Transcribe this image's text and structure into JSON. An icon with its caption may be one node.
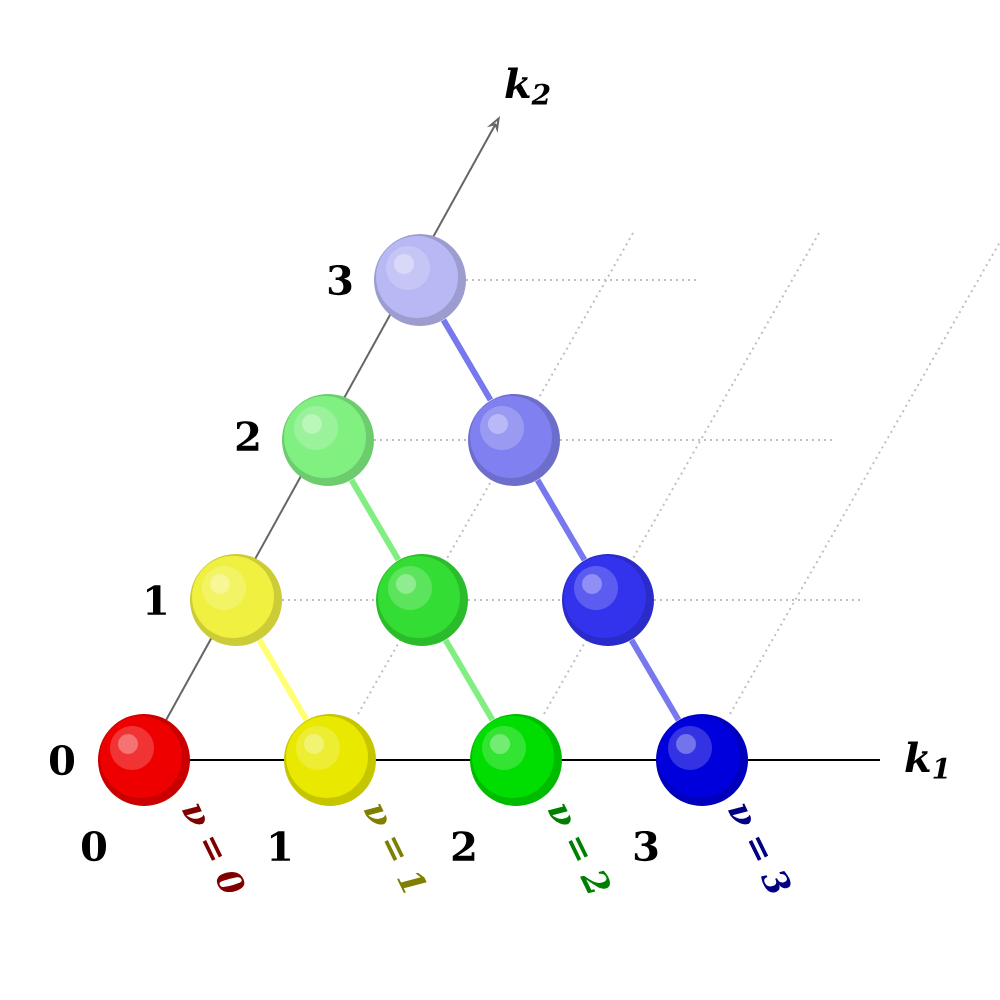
{
  "diagram": {
    "nodes": [
      {
        "text": [],
        "shape": "circle"
      },
      {
        "text": [],
        "shape": "circle"
      },
      {
        "text": [],
        "shape": "circle"
      },
      {
        "text": [],
        "shape": "circle"
      },
      {
        "text": [],
        "shape": "circle"
      },
      {
        "text": [],
        "shape": "circle"
      },
      {
        "text": [],
        "shape": "circle"
      },
      {
        "text": [],
        "shape": "circle"
      },
      {
        "text": [],
        "shape": "circle"
      },
      {
        "text": [],
        "shape": "circle"
      }
    ],
    "edges": [
      {
        "from": 7,
        "to": 3,
        "arrow": "none",
        "color": "#ffff70"
      },
      {
        "from": 8,
        "to": 4,
        "arrow": "none",
        "color": "#80ee80"
      },
      {
        "from": 4,
        "to": 1,
        "arrow": "none",
        "color": "#80ee80"
      },
      {
        "from": 9,
        "to": 5,
        "arrow": "none",
        "color": "#7777ee"
      },
      {
        "from": 5,
        "to": 2,
        "arrow": "none",
        "color": "#7777ee"
      },
      {
        "from": 2,
        "to": 0,
        "arrow": "none",
        "color": "#7777ee"
      }
    ],
    "labels": [
      "k$_{2}$",
      "3",
      "2",
      "1",
      "0",
      "k$_{1}$",
      "0",
      "ν = 0",
      "1",
      "ν = 1",
      "2",
      "ν = 2",
      "3",
      "ν = 3"
    ]
  }
}
